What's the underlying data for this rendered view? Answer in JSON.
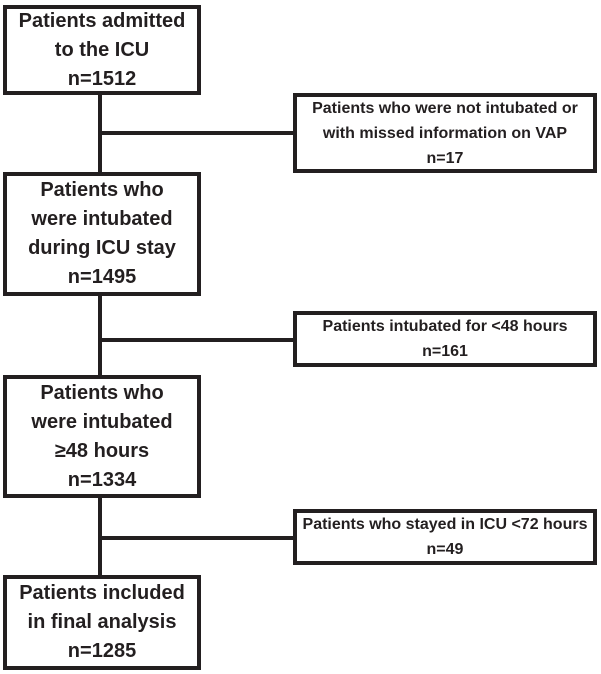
{
  "flowchart": {
    "colors": {
      "line": "#231f20",
      "text": "#231f20",
      "background": "#ffffff"
    },
    "main_boxes": [
      {
        "id": "admitted",
        "lines": [
          "Patients admitted",
          "to the ICU",
          "n=1512"
        ]
      },
      {
        "id": "intubated",
        "lines": [
          "Patients who",
          "were intubated",
          "during ICU stay",
          "n=1495"
        ]
      },
      {
        "id": "intubated48",
        "lines": [
          "Patients who",
          "were intubated",
          "≥48 hours",
          "n=1334"
        ]
      },
      {
        "id": "final",
        "lines": [
          "Patients included",
          "in final analysis",
          "n=1285"
        ]
      }
    ],
    "exclusion_boxes": [
      {
        "id": "not-intubated",
        "lines": [
          "Patients who were not intubated or",
          "with missed information on VAP",
          "n=17"
        ]
      },
      {
        "id": "under48",
        "lines": [
          "Patients intubated for <48 hours",
          "n=161"
        ]
      },
      {
        "id": "under72",
        "lines": [
          "Patients who stayed in ICU <72 hours",
          "n=49"
        ]
      }
    ]
  }
}
